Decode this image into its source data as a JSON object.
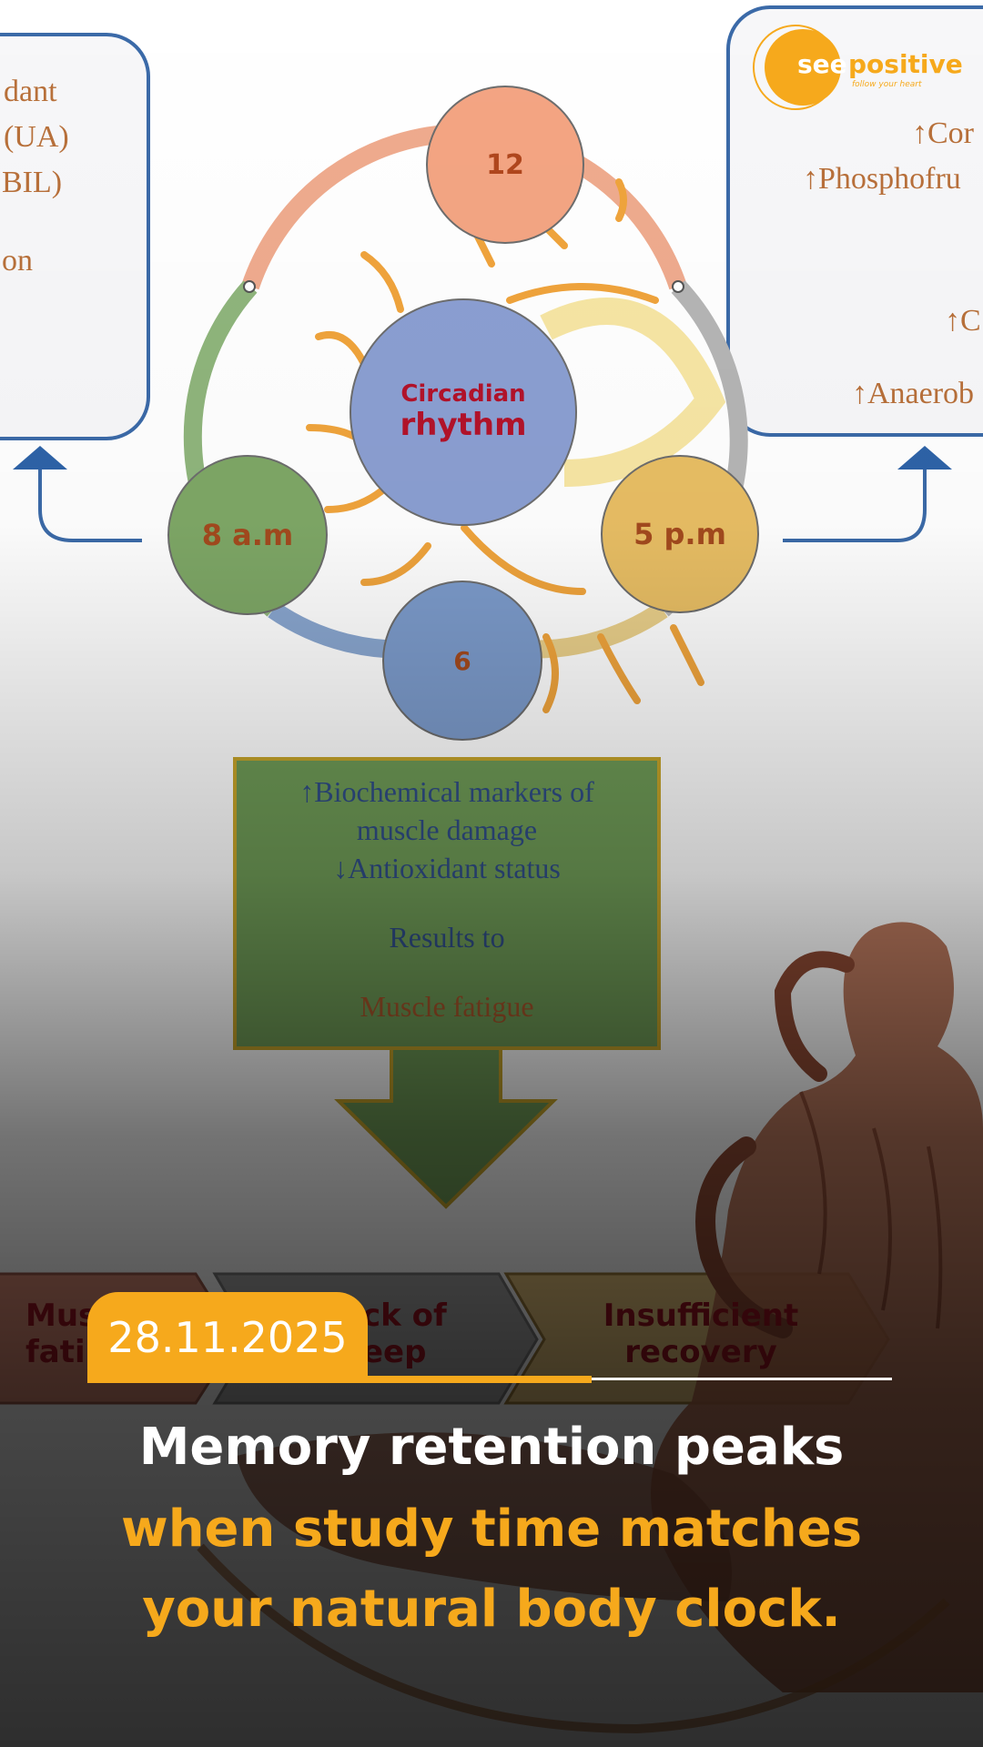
{
  "brand": {
    "logo_word1": "see",
    "logo_word2": "positive",
    "logo_tagline": "follow your heart",
    "accent_color": "#f6a91c"
  },
  "diagram": {
    "left_box": [
      "dant",
      "l (UA)",
      "BIL)",
      "on"
    ],
    "right_box": [
      "↑Cor",
      "↑Phosphofru",
      "↑C",
      "↑Anaerob"
    ],
    "center": {
      "line1": "Circadian",
      "line2": "rhythm"
    },
    "clock": {
      "top": "12",
      "left": "8 a.m",
      "right": "5 p.m",
      "bottom": "6"
    },
    "green_box": {
      "line1": "↑Biochemical markers of",
      "line2": "muscle damage",
      "line3": "↓Antioxidant status",
      "line4": "Results to",
      "line5": "Muscle fatigue"
    },
    "chevrons": {
      "first_line1": "Mus",
      "first_line2": "fati",
      "second_line1": "ck of",
      "second_line2": "eep",
      "third_line1": "Insufficient",
      "third_line2": "recovery"
    }
  },
  "post": {
    "date": "28.11.2025",
    "headline_line1": "Memory retention peaks",
    "headline_line2": "when study time matches",
    "headline_line3": "your natural body clock."
  }
}
